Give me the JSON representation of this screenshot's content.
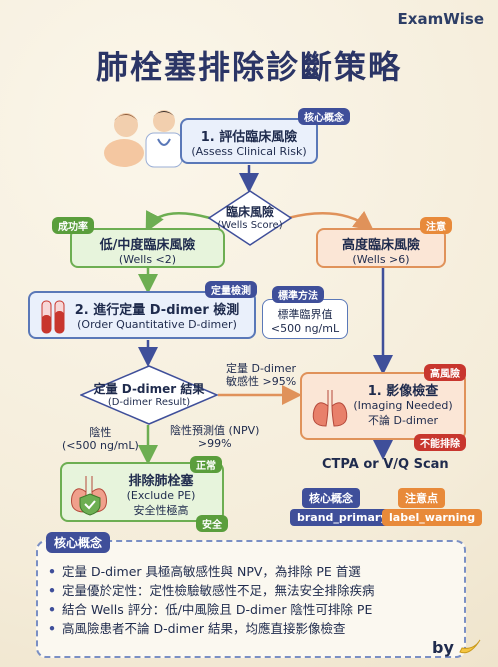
{
  "brand": "ExamWise",
  "title": "肺栓塞排除診斷策略",
  "node_assess": {
    "tag": "核心概念",
    "line1": "1. 評估臨床風險",
    "line2": "(Assess Clinical Risk)"
  },
  "node_wells": {
    "line1": "臨床風險",
    "line2": "(Wells Score)"
  },
  "node_low": {
    "tag": "成功率",
    "line1": "低/中度臨床風險",
    "line2": "(Wells <2)"
  },
  "node_high": {
    "tag": "注意",
    "line1": "高度臨床風險",
    "line2": "(Wells >6)"
  },
  "node_ddimer_test": {
    "tag": "定量檢測",
    "line1": "2. 進行定量 D-dimer 檢測",
    "line2": "(Order Quantitative D-dimer)"
  },
  "node_standard": {
    "tag": "標準方法",
    "line1": "標準臨界值",
    "line2": "<500 ng/mL"
  },
  "node_result": {
    "line1": "定量 D-dimer 結果",
    "line2": "(D-dimer Result)"
  },
  "edge_positive": {
    "line1": "定量 D-dimer",
    "line2": "敏感性 >95%"
  },
  "edge_negative": {
    "line1": "陰性",
    "line2": "(<500 ng/mL)"
  },
  "edge_npv": {
    "line1": "陰性預測值 (NPV)",
    "line2": ">99%"
  },
  "node_imaging": {
    "tag_top": "高風險",
    "line1": "1. 影像檢查",
    "line2": "(Imaging Needed)",
    "line3": "不論 D-dimer",
    "tag_bottom": "不能排除"
  },
  "ctpa": "CTPA or V/Q Scan",
  "node_exclude": {
    "tag_top": "正常",
    "line1": "排除肺栓塞",
    "line2": "(Exclude PE)",
    "line3": "安全性極高",
    "tag_bottom": "安全"
  },
  "legend": [
    {
      "tag": "核心概念",
      "label": "brand_primary",
      "color": "#3f4f9a"
    },
    {
      "tag": "注意点",
      "label": "label_warning",
      "color": "#e88a3a"
    }
  ],
  "summary": {
    "heading": "核心概念",
    "items": [
      "定量 D-dimer 具極高敏感性與 NPV，為排除 PE 首選",
      "定量優於定性：定性檢驗敏感性不足，無法安全排除疾病",
      "結合 Wells 評分：低/中風險且 D-dimer 陰性可排除 PE",
      "高風險患者不論 D-dimer 結果，均應直接影像檢查"
    ]
  },
  "footer": "by"
}
